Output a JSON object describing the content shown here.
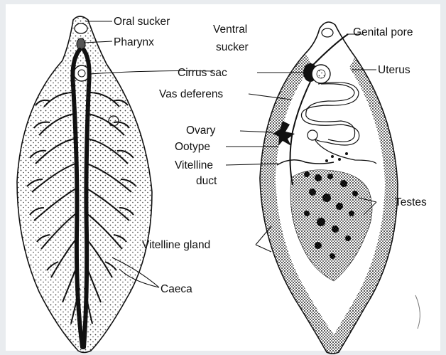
{
  "labels": {
    "oral_sucker": "Oral sucker",
    "pharynx": "Pharynx",
    "ventral_sucker_line1": "Ventral",
    "ventral_sucker_line2": "sucker",
    "caeca": "Caeca",
    "genital_pore": "Genital pore",
    "cirrus_sac": "Cirrus sac",
    "uterus": "Uterus",
    "vas_deferens": "Vas deferens",
    "ovary": "Ovary",
    "ootype": "Ootype",
    "vitelline_duct_line1": "Vitelline",
    "vitelline_duct_line2": "duct",
    "testes": "Testes",
    "vitelline_gland": "Vitelline gland"
  },
  "colors": {
    "ink": "#111111",
    "stipple": "#3a3a3a",
    "paper": "#ffffff",
    "frame": "#e9ecef"
  }
}
